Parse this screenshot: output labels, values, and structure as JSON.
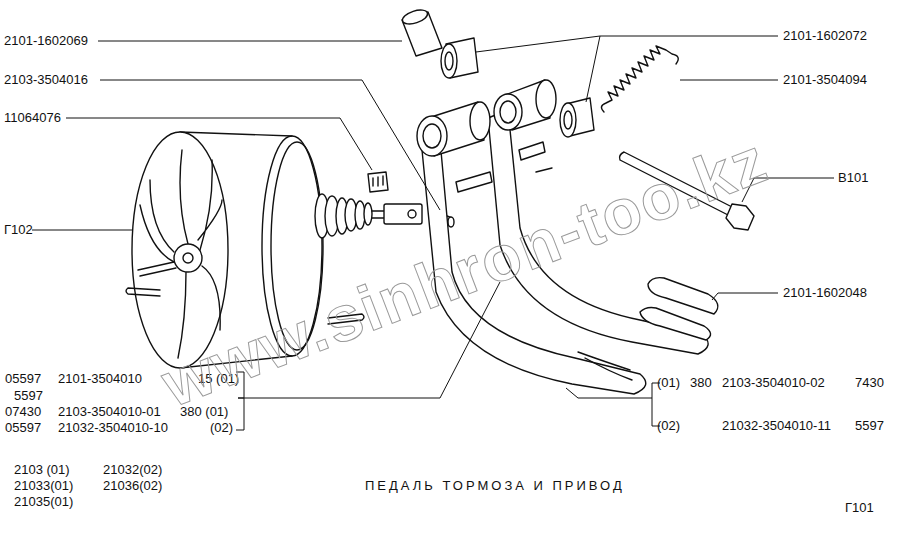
{
  "diagram": {
    "title": "ПЕДАЛЬ ТОРМОЗА И ПРИВОД",
    "labels": [
      "2101-1602069",
      "2101-1602072",
      "2103-3504016",
      "2101-3504094",
      "11064076",
      "В101",
      "Г102",
      "2101-1602048",
      "05597",
      "2101-3504010",
      "15 (01)",
      "5597",
      "07430",
      "2103-3504010-01",
      "380 (01)",
      "05597",
      "21032-3504010-10",
      "(02)",
      "(01)",
      "380",
      "2103-3504010-02",
      "7430",
      "(02)",
      "21032-3504010-11",
      "5597",
      "2103 (01)",
      "21032(02)",
      "21033(01)",
      "21036(02)",
      "21035(01)",
      "Г101",
      "www.sinhron-too.kz"
    ]
  }
}
